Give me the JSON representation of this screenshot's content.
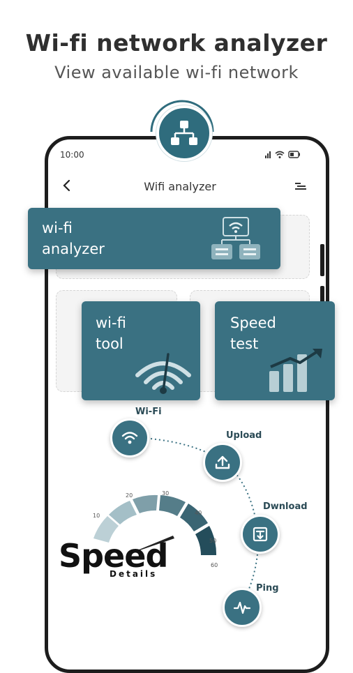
{
  "header": {
    "title": "Wi-fi network analyzer",
    "subtitle": "View available wi-fi network"
  },
  "status_bar": {
    "time": "10:00"
  },
  "app_bar": {
    "title": "Wifi analyzer"
  },
  "cards": {
    "wifi_analyzer": "wi-fi\nanalyzer",
    "wifi_tool": "wi-fi\ntool",
    "speed_test": "Speed\ntest"
  },
  "steps": {
    "wifi": "Wi-Fi",
    "upload": "Upload",
    "download": "Dwnload",
    "ping": "Ping"
  },
  "gauge": {
    "ticks": [
      "10",
      "20",
      "30",
      "40",
      "50",
      "60"
    ],
    "word": "Speed",
    "sub": "Details"
  },
  "colors": {
    "accent": "#3a7182",
    "badge": "#2f6c7d"
  },
  "icons": {
    "badge": "network-icon",
    "wifi": "wifi-icon",
    "upload": "upload-icon",
    "download": "download-icon",
    "ping": "pulse-icon"
  }
}
